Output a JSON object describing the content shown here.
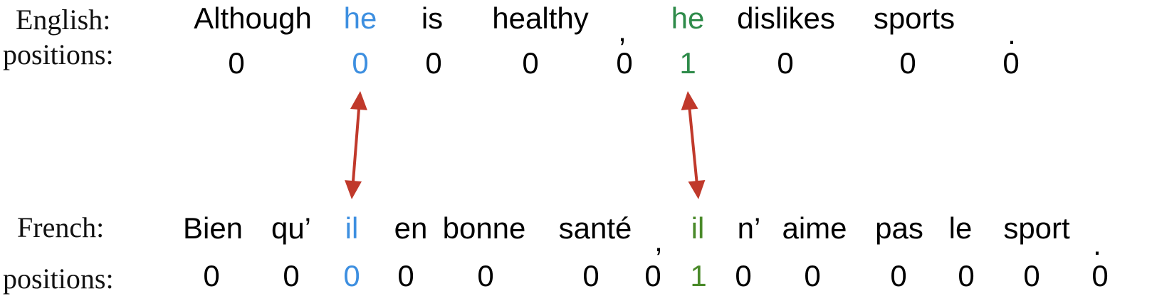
{
  "labels": {
    "english": "English:",
    "english_positions": "positions:",
    "french": "French:",
    "french_positions": "positions:"
  },
  "english": {
    "tokens": [
      "Although",
      "he",
      "is",
      "healthy",
      ",",
      "he",
      "dislikes",
      "sports",
      "."
    ],
    "positions": [
      "0",
      "0",
      "0",
      "0",
      "0",
      "1",
      "0",
      "0",
      "0"
    ],
    "highlight": {
      "1": "#3d8fe0",
      "5": "#2e8b4a"
    }
  },
  "french": {
    "tokens": [
      "Bien",
      "qu’",
      "il",
      "en",
      "bonne",
      "santé",
      ",",
      "il",
      "n’",
      "aime",
      "pas",
      "le",
      "sport",
      "."
    ],
    "positions": [
      "0",
      "0",
      "0",
      "0",
      "0",
      "0",
      "0",
      "1",
      "0",
      "0",
      "0",
      "0",
      "0",
      "0"
    ],
    "highlight": {
      "2": "#3d8fe0",
      "7": "#4a8a2a"
    }
  },
  "alignments": [
    {
      "english_index": 1,
      "french_index": 2
    },
    {
      "english_index": 5,
      "french_index": 7
    }
  ],
  "colors": {
    "arrow": "#c0392b",
    "text": "#000000",
    "blue": "#3d8fe0",
    "green": "#2e8b4a"
  }
}
